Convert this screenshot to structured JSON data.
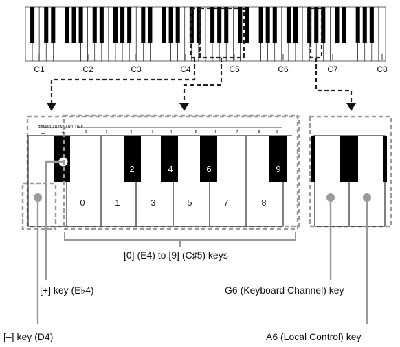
{
  "diagram": {
    "octave_labels": [
      "C1",
      "C2",
      "C3",
      "C4",
      "C5",
      "C6",
      "C7",
      "C8"
    ],
    "panel_legend": {
      "function_row": "TEMPO / BEAT / VOLUME",
      "minus": "–",
      "plus": "+",
      "ticks": [
        "0",
        "1",
        "2",
        "3",
        "4",
        "5",
        "6",
        "7",
        "8",
        "9"
      ]
    },
    "white_key_numbers": [
      "0",
      "1",
      "3",
      "5",
      "7",
      "8"
    ],
    "black_key_numbers": [
      "2",
      "4",
      "6",
      "9"
    ],
    "callouts": {
      "number_keys": "[0] (E4) to [9] (C♯5) keys",
      "plus_key": "[+] key (E♭4)",
      "minus_key": "[–] key (D4)",
      "g6_key": "G6 (Keyboard Channel) key",
      "a6_key": "A6 (Local Control) key"
    },
    "colors": {
      "line": "#000000",
      "key_outline": "#000000",
      "black_key": "#000000",
      "dashed_frame": "#9a9a9a",
      "marker_dot": "#9a9a9a",
      "callout_line": "#9a9a9a"
    }
  }
}
